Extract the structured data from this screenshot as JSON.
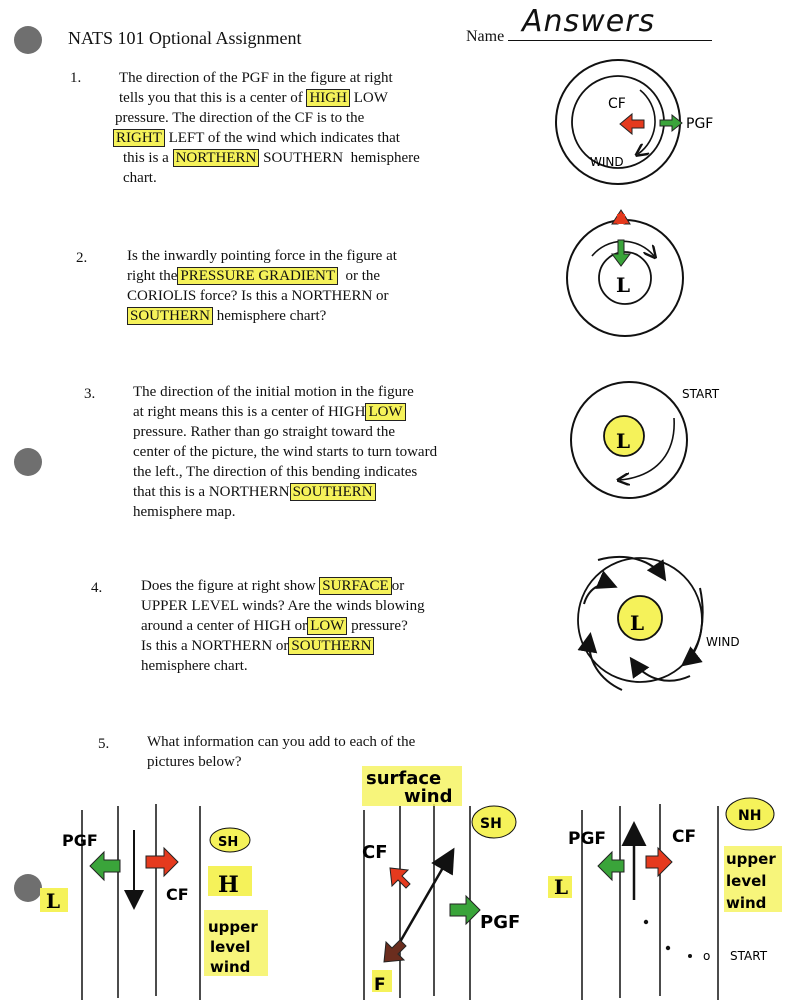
{
  "header": {
    "title": "NATS 101 Optional Assignment",
    "name_label": "Name",
    "name_value": "Answers"
  },
  "questions": [
    {
      "number": "1.",
      "t1": "The direction of the PGF in the figure at right",
      "t2": "tells you that this is a center of",
      "high": "HIGH",
      "low": "LOW",
      "t3": "pressure.  The direction of the CF is to the",
      "right": "RIGHT",
      "t4": "LEFT of the wind which indicates that",
      "t5": "this is a",
      "northern": "NORTHERN",
      "southern": "SOUTHERN",
      "t6": "hemisphere",
      "t7": "chart."
    },
    {
      "number": "2.",
      "t1": "Is the inwardly pointing force in the figure at",
      "t2": "right the",
      "pgf": "PRESSURE GRADIENT",
      "t3": "or the",
      "t4": "CORIOLIS  force?  Is this a  NORTHERN  or",
      "southern": "SOUTHERN",
      "t5": "hemisphere chart?"
    },
    {
      "number": "3.",
      "t1": "The direction of the initial motion in the figure",
      "t2": "at right means this is a center of  HIGH",
      "low": "LOW",
      "t3": "pressure.  Rather than go straight toward the",
      "t4": "center of the picture, the wind starts to turn toward",
      "t5": "the left., The direction of this bending indicates",
      "t6": "that this is a  NORTHERN",
      "southern": "SOUTHERN",
      "t7": "hemisphere map."
    },
    {
      "number": "4.",
      "t1": "Does the figure at right show",
      "surface": "SURFACE",
      "t1b": "or",
      "t2": "UPPER LEVEL winds?  Are the winds blowing",
      "t3": "around a center of  HIGH  or",
      "low": "LOW",
      "t3b": "pressure?",
      "t4": "Is this a  NORTHERN  or",
      "southern": "SOUTHERN",
      "t5": "hemisphere chart."
    },
    {
      "number": "5.",
      "t1": "What information can you add to each of the",
      "t2": "pictures below?"
    }
  ],
  "figures": {
    "f1": {
      "cf": "CF",
      "pgf": "PGF",
      "wind": "WIND"
    },
    "f2": {
      "center": "L"
    },
    "f3": {
      "start": "START",
      "center": "L"
    },
    "f4": {
      "center": "L",
      "wind": "WIND"
    },
    "p1": {
      "pgf": "PGF",
      "cf": "CF",
      "low": "L",
      "high": "H",
      "sh": "SH",
      "u1": "upper",
      "u2": "level",
      "u3": "wind"
    },
    "p2": {
      "s1": "surface",
      "s2": "wind",
      "sh": "SH",
      "cf": "CF",
      "pgf": "PGF",
      "f": "F"
    },
    "p3": {
      "pgf": "PGF",
      "cf": "CF",
      "nh": "NH",
      "low": "L",
      "u1": "upper",
      "u2": "level",
      "u3": "wind",
      "start": "START"
    }
  }
}
